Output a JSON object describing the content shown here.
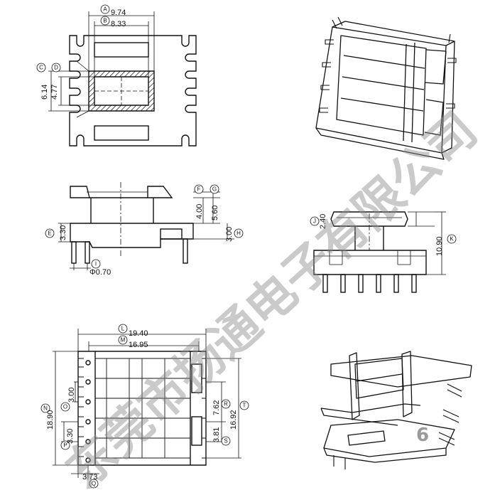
{
  "top_view": {
    "dims": [
      {
        "id": "A",
        "value": "9.74"
      },
      {
        "id": "B",
        "value": "8.33"
      },
      {
        "id": "C",
        "value": "6.14"
      },
      {
        "id": "D",
        "value": "4.77"
      }
    ]
  },
  "side_view": {
    "dims": [
      {
        "id": "E",
        "value": "3.30"
      },
      {
        "id": "F",
        "value": "4.00"
      },
      {
        "id": "G",
        "value": "5.60"
      },
      {
        "id": "H",
        "value": "3.00"
      },
      {
        "id": "I",
        "value": "Φ0.70"
      }
    ]
  },
  "end_view": {
    "dims": [
      {
        "id": "J",
        "value": "2.40"
      },
      {
        "id": "K",
        "value": "10.90"
      }
    ]
  },
  "bottom_view": {
    "dims": [
      {
        "id": "L",
        "value": "19.40"
      },
      {
        "id": "M",
        "value": "16.95"
      },
      {
        "id": "N",
        "value": "18.90"
      },
      {
        "id": "O",
        "value": "3.00"
      },
      {
        "id": "P",
        "value": "3.30"
      },
      {
        "id": "Q",
        "value": "3.73"
      },
      {
        "id": "R",
        "value": "7.62"
      },
      {
        "id": "S",
        "value": "3.81"
      },
      {
        "id": "T",
        "value": "16.92"
      }
    ]
  },
  "watermark": "东莞市扬通电子有限公司",
  "page_number": "6",
  "colors": {
    "line": "#111111",
    "watermark": "#8a8a8a",
    "page_number": "#9a9a9a"
  }
}
